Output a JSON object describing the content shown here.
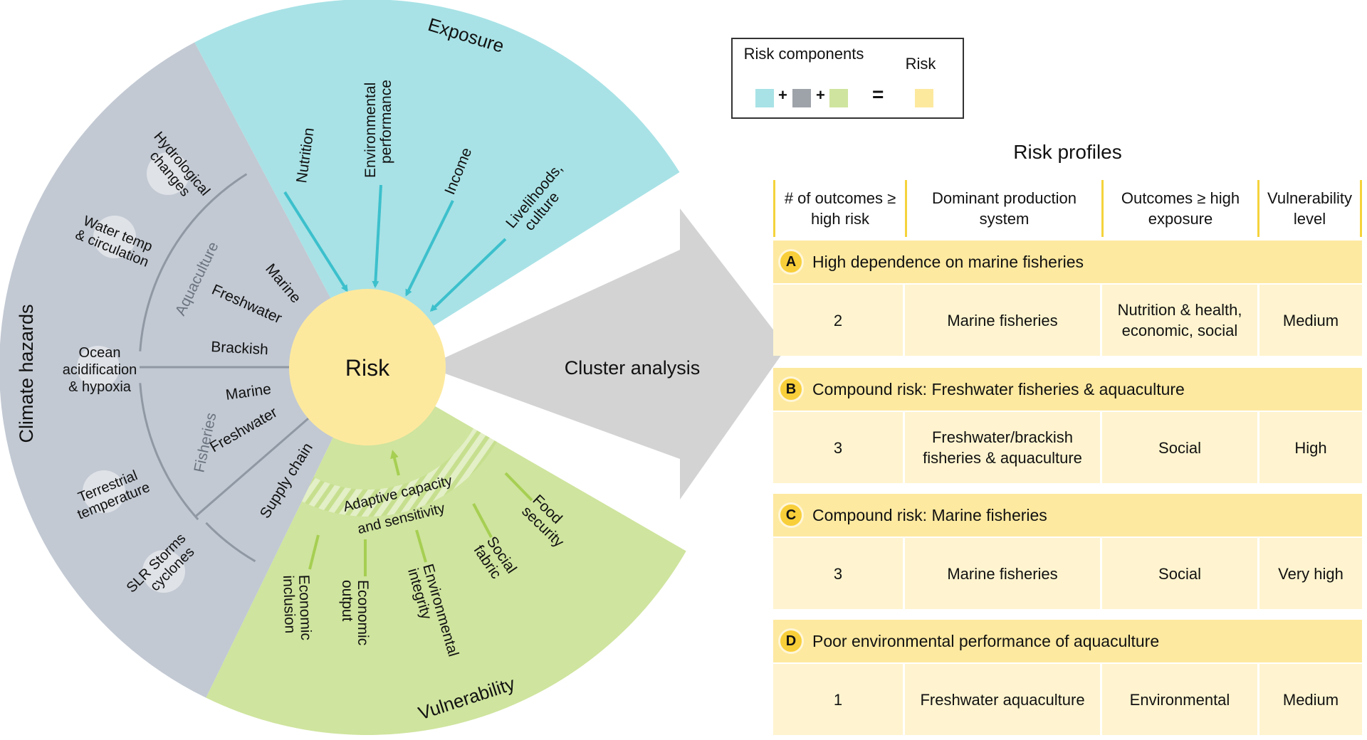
{
  "colors": {
    "exposure": "#a8e2e6",
    "hazards": "#c2c9d3",
    "vulnerability": "#cfe49e",
    "risk": "#fde99e",
    "arrow_exposure": "#3cc0cc",
    "arrow_vulnerability": "#a6cf52",
    "cluster_arrow": "#d3d3d3",
    "table_band": "#fde9a0",
    "table_cell": "#fff4cf",
    "badge": "#f8cf3a",
    "rule": "#f5d33c"
  },
  "wheel": {
    "center_label": "Risk",
    "exposure": {
      "title": "Exposure",
      "items": [
        "Nutrition",
        "Environmental performance",
        "Income",
        "Livelihoods, culture"
      ]
    },
    "hazards": {
      "title": "Climate hazards",
      "items": [
        "Hydrological changes",
        "Water temp & circulation",
        "Ocean acidification & hypoxia",
        "Terrestrial temperature",
        "SLR Storms cyclones"
      ],
      "inner_groups": [
        {
          "label": "Aquaculture",
          "items": [
            "Marine",
            "Freshwater",
            "Brackish"
          ]
        },
        {
          "label": "Fisheries",
          "items": [
            "Marine",
            "Freshwater"
          ]
        },
        {
          "label": "",
          "items": [
            "Supply chain"
          ]
        }
      ]
    },
    "vulnerability": {
      "title": "Vulnerability",
      "band_label": "Adaptive capacity and sensitivity",
      "items": [
        "Economic inclusion",
        "Economic output",
        "Environmental integrity",
        "Social fabric",
        "Food security"
      ]
    }
  },
  "cluster_arrow_label": "Cluster analysis",
  "legend": {
    "components_label": "Risk components",
    "plus": "+",
    "equals": "=",
    "risk_label": "Risk"
  },
  "profiles": {
    "title": "Risk profiles",
    "columns": [
      "# of outcomes ≥ high risk",
      "Dominant production system",
      "Outcomes ≥ high exposure",
      "Vulnerability level"
    ],
    "groups": [
      {
        "letter": "A",
        "title": "High dependence on marine fisheries",
        "cells": [
          "2",
          "Marine fisheries",
          "Nutrition & health, economic, social",
          "Medium"
        ]
      },
      {
        "letter": "B",
        "title": "Compound risk: Freshwater fisheries & aquaculture",
        "cells": [
          "3",
          "Freshwater/brackish fisheries & aquaculture",
          "Social",
          "High"
        ]
      },
      {
        "letter": "C",
        "title": "Compound risk: Marine fisheries",
        "cells": [
          "3",
          "Marine fisheries",
          "Social",
          "Very high"
        ]
      },
      {
        "letter": "D",
        "title": "Poor environmental performance of aquaculture",
        "cells": [
          "1",
          "Freshwater aquaculture",
          "Environmental",
          "Medium"
        ]
      }
    ]
  }
}
